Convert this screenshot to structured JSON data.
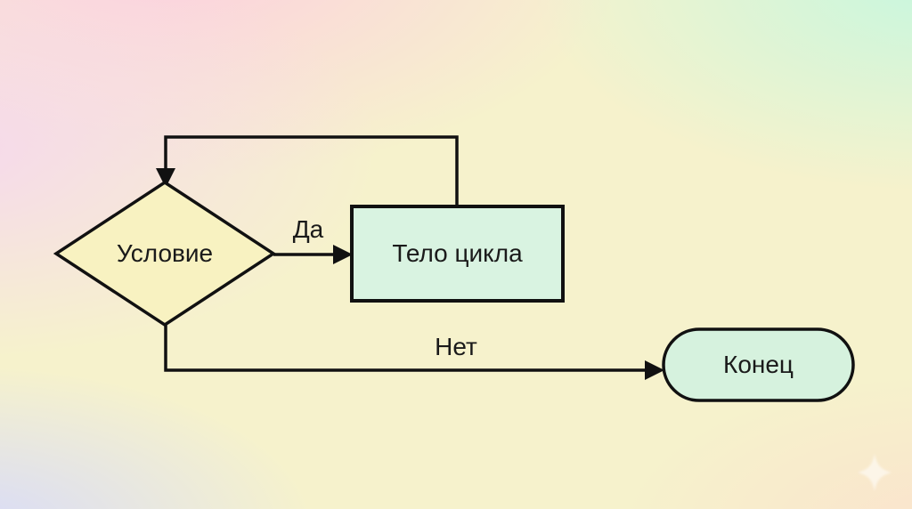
{
  "diagram": {
    "type": "flowchart",
    "title": "while loop flowchart",
    "nodes": [
      {
        "id": "condition",
        "shape": "diamond",
        "label": "Условие",
        "fill": "#f8f2c1"
      },
      {
        "id": "loop-body",
        "shape": "rectangle",
        "label": "Тело цикла",
        "fill": "#d9f3e1"
      },
      {
        "id": "end",
        "shape": "stadium",
        "label": "Конец",
        "fill": "#d6f2de"
      }
    ],
    "edges": [
      {
        "from": "condition",
        "to": "loop-body",
        "label": "Да"
      },
      {
        "from": "condition",
        "to": "end",
        "label": "Нет"
      },
      {
        "from": "loop-body",
        "to": "condition",
        "label": ""
      }
    ],
    "colors": {
      "stroke": "#111111",
      "text": "#1a1a1a",
      "bg_top_left": "#fdd1e1",
      "bg_top_right": "#c9f7e4",
      "bg_bottom_left": "#dadcf8",
      "bg_bottom_right": "#fbe5d2",
      "bg_center": "#f6f2cc"
    }
  },
  "decorations": {
    "sparkle_icon": "sparkle"
  }
}
